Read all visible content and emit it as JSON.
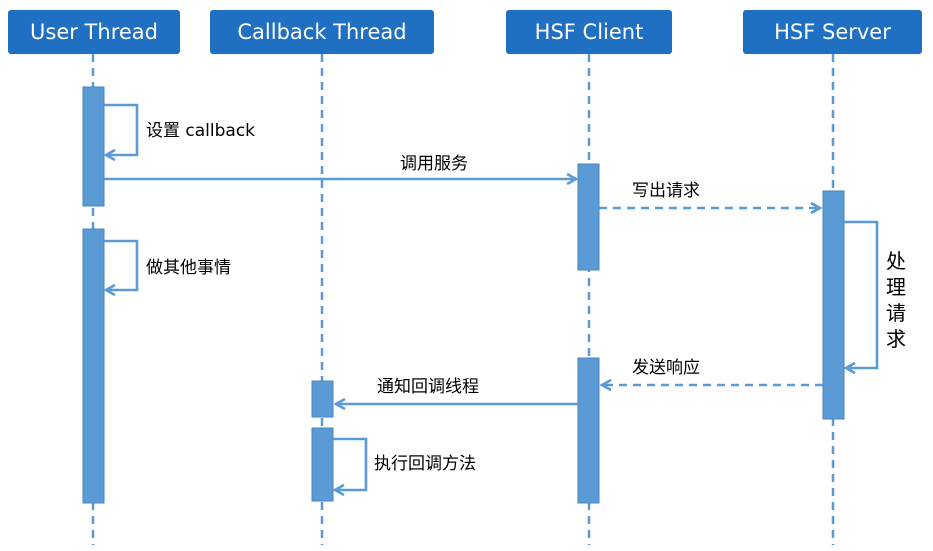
{
  "lanes": {
    "user_thread": "User Thread",
    "callback_thread": "Callback Thread",
    "hsf_client": "HSF Client",
    "hsf_server": "HSF Server"
  },
  "messages": {
    "set_callback": "设置 callback",
    "call_service": "调用服务",
    "write_request": "写出请求",
    "do_other": "做其他事情",
    "process_request": [
      "处",
      "理",
      "请",
      "求"
    ],
    "send_response": "发送响应",
    "notify_callback_thread": "通知回调线程",
    "execute_callback": "执行回调方法"
  },
  "colors": {
    "header": "#1f6fc2",
    "lifeline": "#5b9bd5",
    "activation": "#5b9bd5",
    "activation_border": "#4a86c0",
    "arrow": "#5b9bd5",
    "text": "#000000"
  }
}
